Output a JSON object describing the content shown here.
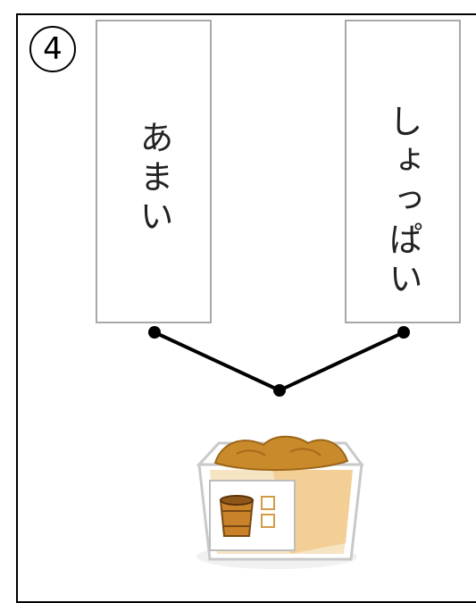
{
  "badge": {
    "number": "4"
  },
  "cards": {
    "left": {
      "text": "あまい"
    },
    "right": {
      "text": "しょっぱい"
    }
  },
  "colors": {
    "line": "#000000",
    "card_border": "#a8a8a8",
    "miso": "#c98a2b",
    "container_tint": "#f3c98a"
  },
  "icons": {
    "food": "miso-container-icon",
    "label": "barrel-icon"
  }
}
